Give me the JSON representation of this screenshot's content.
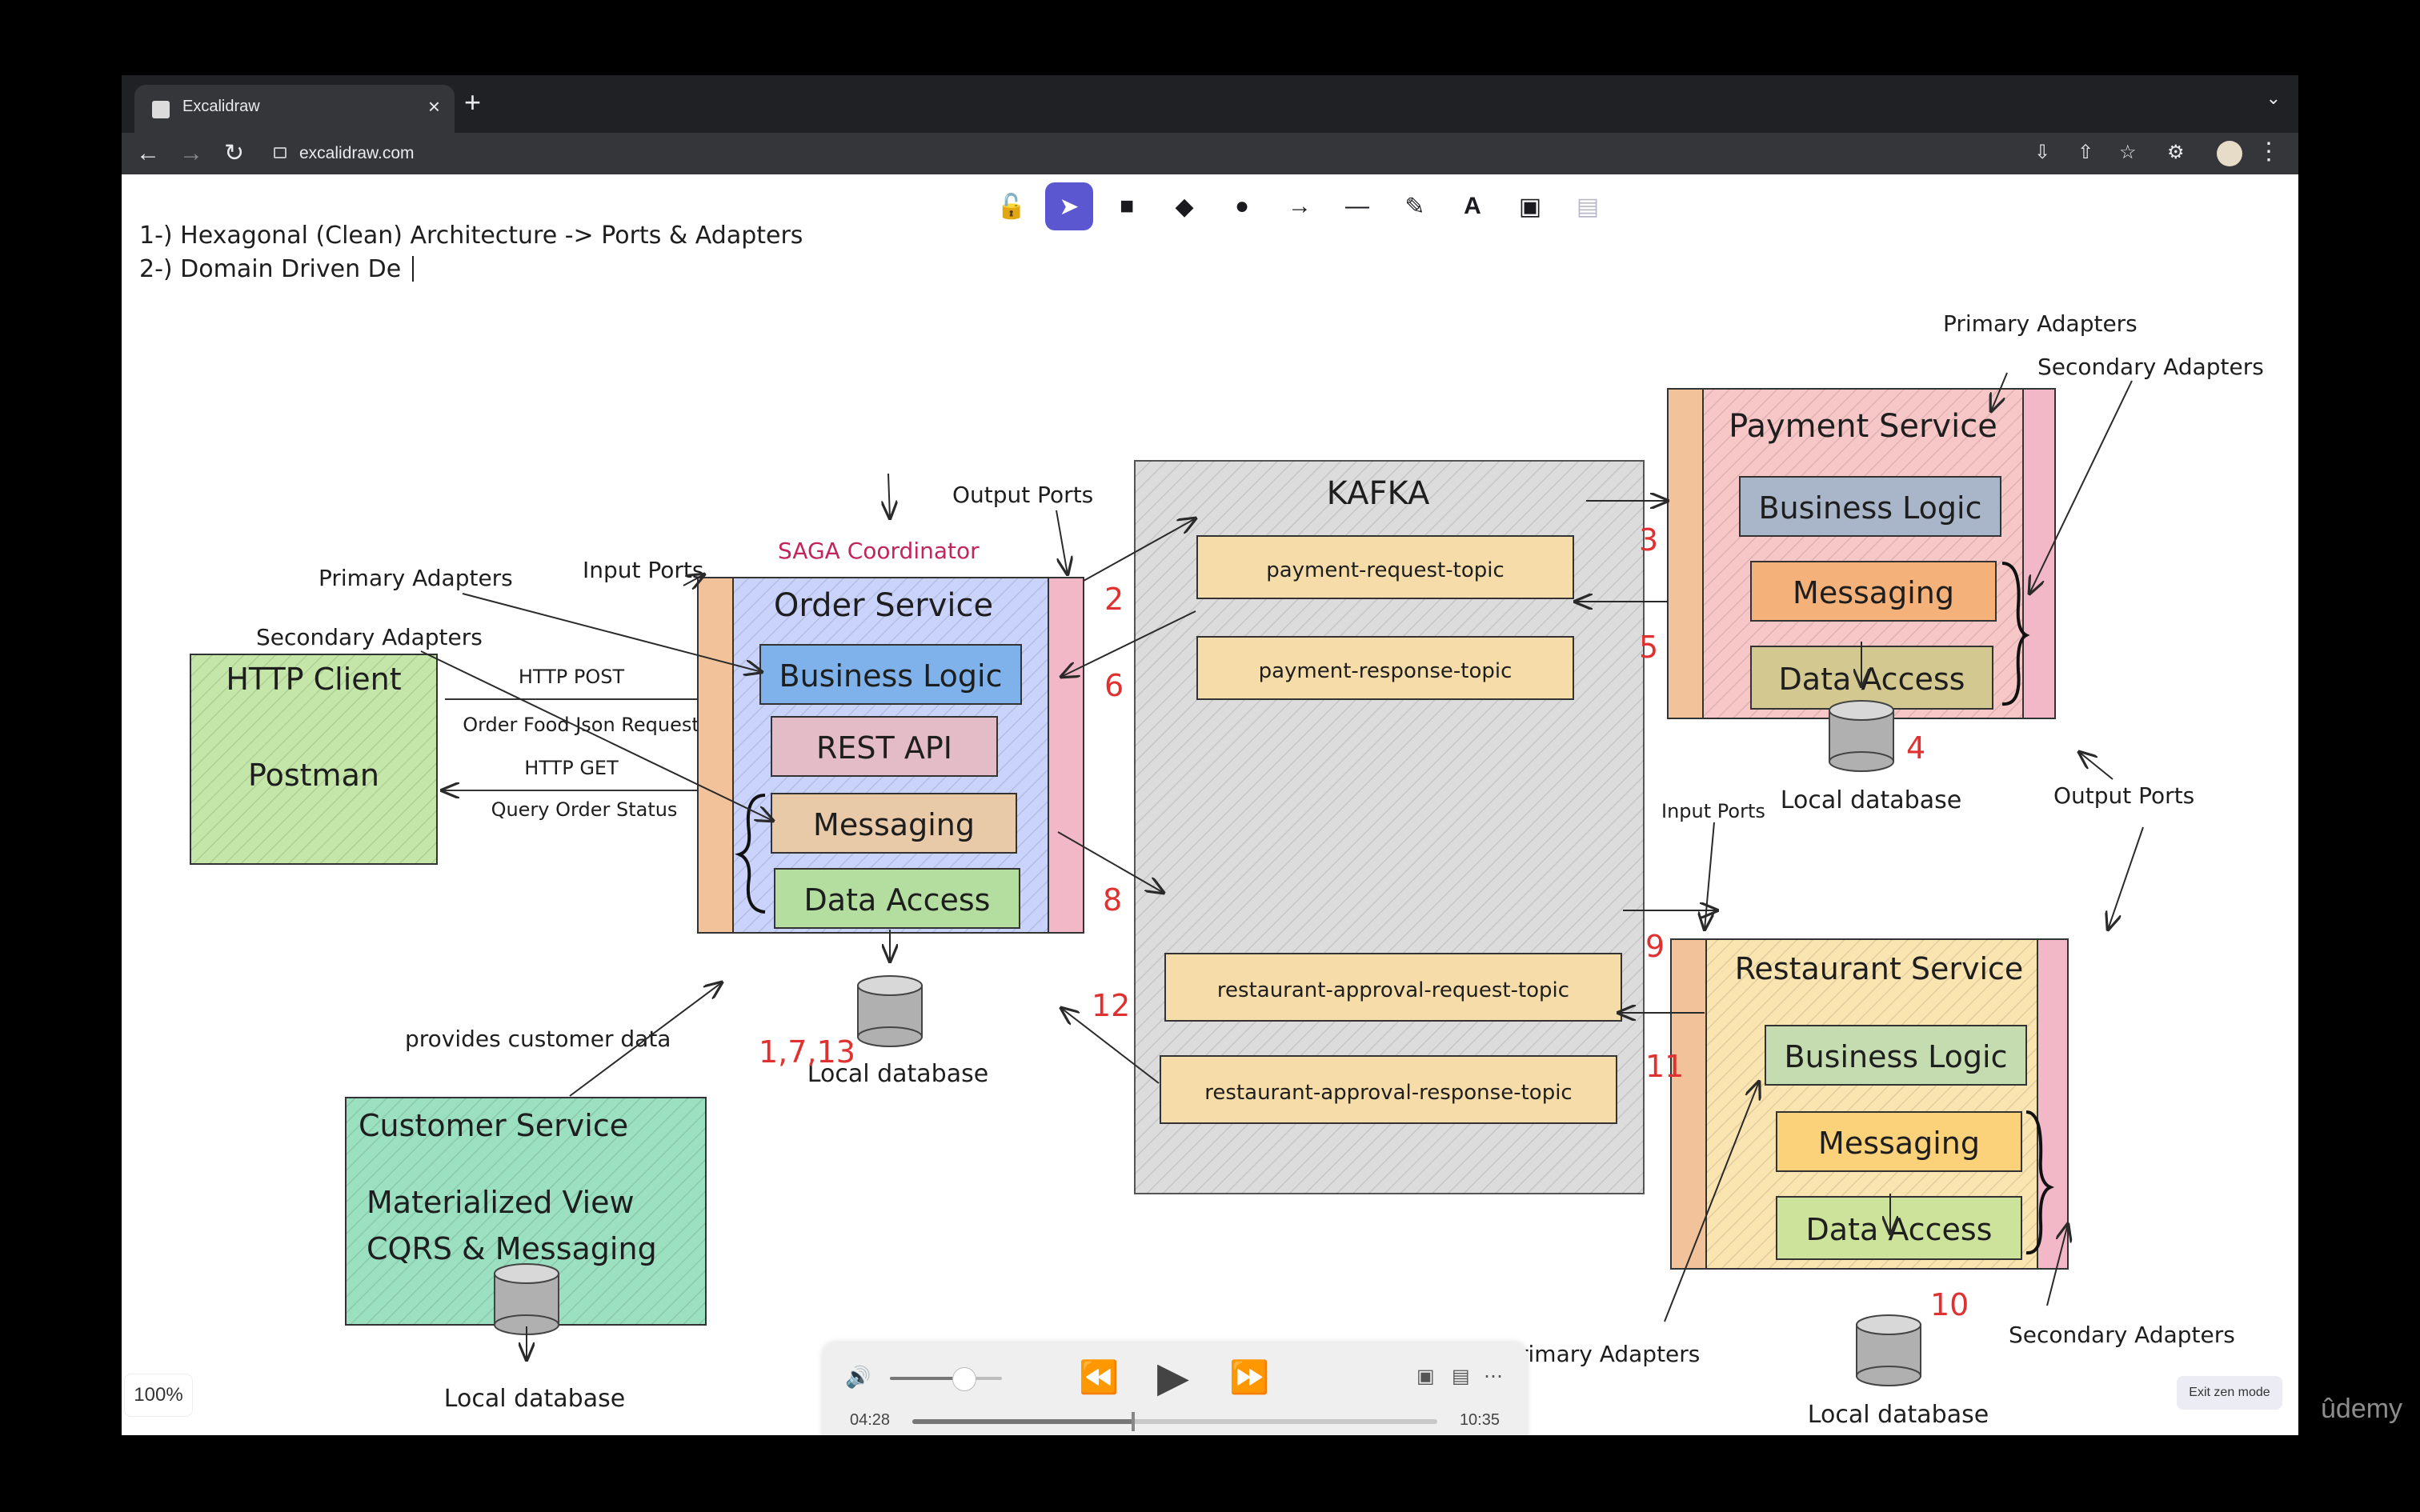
{
  "browser": {
    "tab_title": "Excalidraw",
    "tab_close": "×",
    "new_tab": "+",
    "url": "excalidraw.com"
  },
  "toolbar_tools": [
    "lock",
    "selection",
    "rectangle",
    "diamond",
    "ellipse",
    "arrow",
    "line",
    "draw",
    "text",
    "image",
    "library"
  ],
  "notes": {
    "line1": "1-) Hexagonal (Clean) Architecture -> Ports & Adapters",
    "line2": "2-) Domain Driven De"
  },
  "diagram": {
    "kafka": {
      "title": "KAFKA",
      "topics": [
        "payment-request-topic",
        "payment-response-topic",
        "restaurant-approval-request-topic",
        "restaurant-approval-response-topic"
      ]
    },
    "http_client": {
      "title": "HTTP Client",
      "subtitle": "Postman"
    },
    "http_labels": {
      "post": "HTTP POST",
      "order_request": "Order Food Json Request",
      "get": "HTTP GET",
      "query": "Query Order Status"
    },
    "order_service": {
      "title": "Order Service",
      "components": [
        "Business Logic",
        "REST API",
        "Messaging",
        "Data Access"
      ]
    },
    "payment_service": {
      "title": "Payment Service",
      "components": [
        "Business Logic",
        "Messaging",
        "Data Access"
      ]
    },
    "restaurant_service": {
      "title": "Restaurant Service",
      "components": [
        "Business Logic",
        "Messaging",
        "Data Access"
      ]
    },
    "customer_service": {
      "title": "Customer Service",
      "line1": "Materialized View",
      "line2": "CQRS & Messaging"
    },
    "labels": {
      "primary_adapters": "Primary Adapters",
      "secondary_adapters": "Secondary Adapters",
      "input_ports": "Input Ports",
      "output_ports": "Output Ports",
      "saga": "SAGA Coordinator",
      "provides": "provides customer data",
      "local_database": "Local database",
      "primary_adapters_cut": "rimary Adapters"
    },
    "step_numbers": [
      "2",
      "6",
      "8",
      "12",
      "1,7,13",
      "3",
      "5",
      "4",
      "9",
      "11",
      "10"
    ]
  },
  "colors": {
    "order_body": "#c9d3fb",
    "port_left": "#f2c39a",
    "port_right": "#f2b8c8",
    "payment_body": "#f7c6c6",
    "restaurant_body": "#fae4b0",
    "customer": "#9be0c0",
    "http_client": "#c4e6a8",
    "kafka": "#dcdcdc",
    "topic": "#f5dca8",
    "step": "#e03131",
    "saga": "#c2255c"
  },
  "zoom": "100%",
  "exit_zen": "Exit zen mode",
  "player": {
    "current_time": "04:28",
    "total_time": "10:35",
    "progress": 0.42,
    "volume": 0.6
  },
  "watermark": "ûdemy"
}
